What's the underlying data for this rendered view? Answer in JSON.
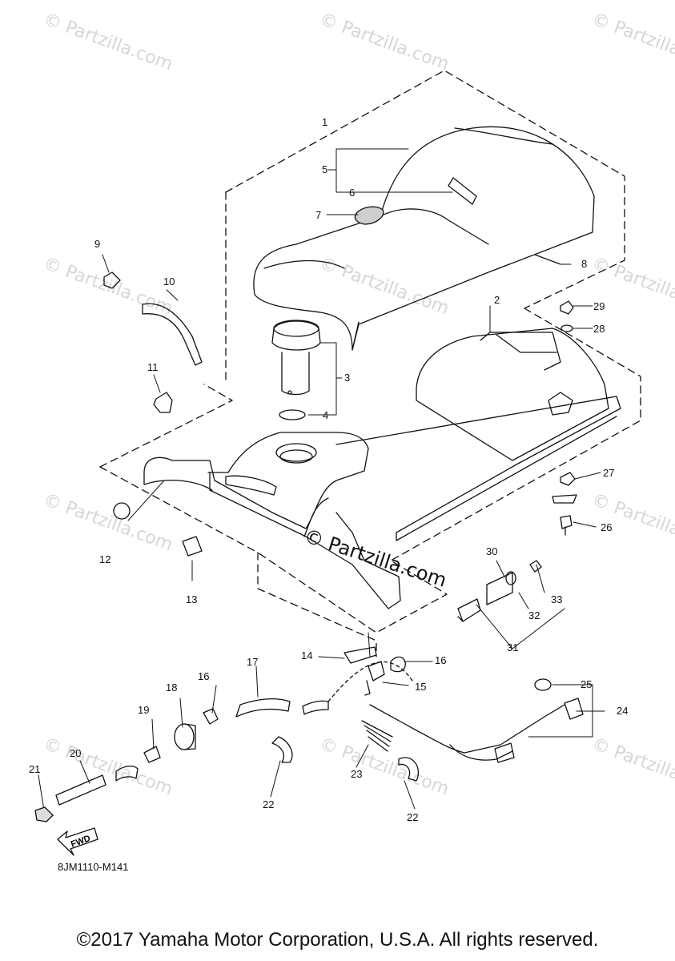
{
  "watermark": {
    "text": "© Partzilla.com",
    "center_text": "© Partzilla.com"
  },
  "callouts": [
    "1",
    "2",
    "3",
    "4",
    "5",
    "6",
    "7",
    "8",
    "9",
    "10",
    "11",
    "12",
    "13",
    "14",
    "15",
    "16",
    "16",
    "17",
    "18",
    "19",
    "20",
    "21",
    "22",
    "22",
    "23",
    "24",
    "25",
    "26",
    "27",
    "28",
    "29",
    "30",
    "31",
    "32",
    "33"
  ],
  "fwd_label": "FWD",
  "part_code": "8JM1110-M141",
  "copyright": "©2017 Yamaha Motor Corporation, U.S.A. All rights reserved."
}
